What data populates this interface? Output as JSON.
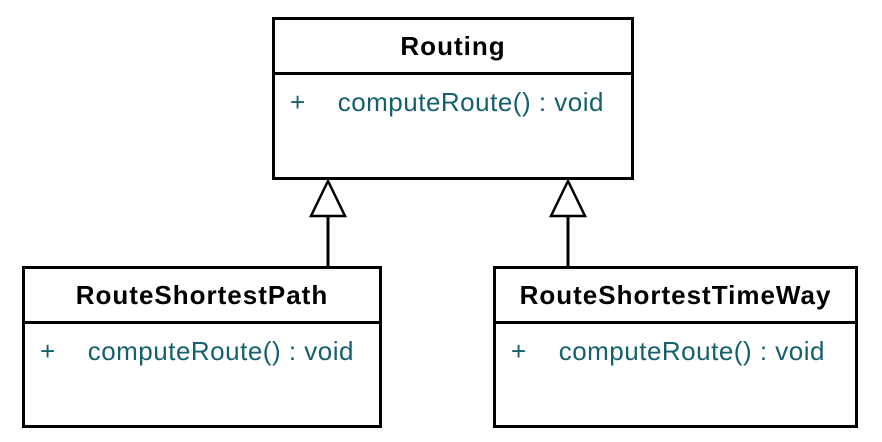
{
  "diagram": {
    "kind": "uml-class-diagram",
    "classes": [
      {
        "id": "routing",
        "name": "Routing",
        "attributes": [],
        "methods": [
          {
            "visibility": "+",
            "signature": "computeRoute() : void"
          }
        ]
      },
      {
        "id": "route-shortest-path",
        "name": "RouteShortestPath",
        "attributes": [],
        "methods": [
          {
            "visibility": "+",
            "signature": "computeRoute() : void"
          }
        ]
      },
      {
        "id": "route-shortest-time-way",
        "name": "RouteShortestTimeWay",
        "attributes": [],
        "methods": [
          {
            "visibility": "+",
            "signature": "computeRoute() : void"
          }
        ]
      }
    ],
    "relations": [
      {
        "type": "generalization",
        "from": "RouteShortestPath",
        "to": "Routing"
      },
      {
        "type": "generalization",
        "from": "RouteShortestTimeWay",
        "to": "Routing"
      }
    ],
    "colors": {
      "border": "#000000",
      "title_text": "#000000",
      "method_text": "#15606d",
      "background": "#ffffff"
    }
  }
}
